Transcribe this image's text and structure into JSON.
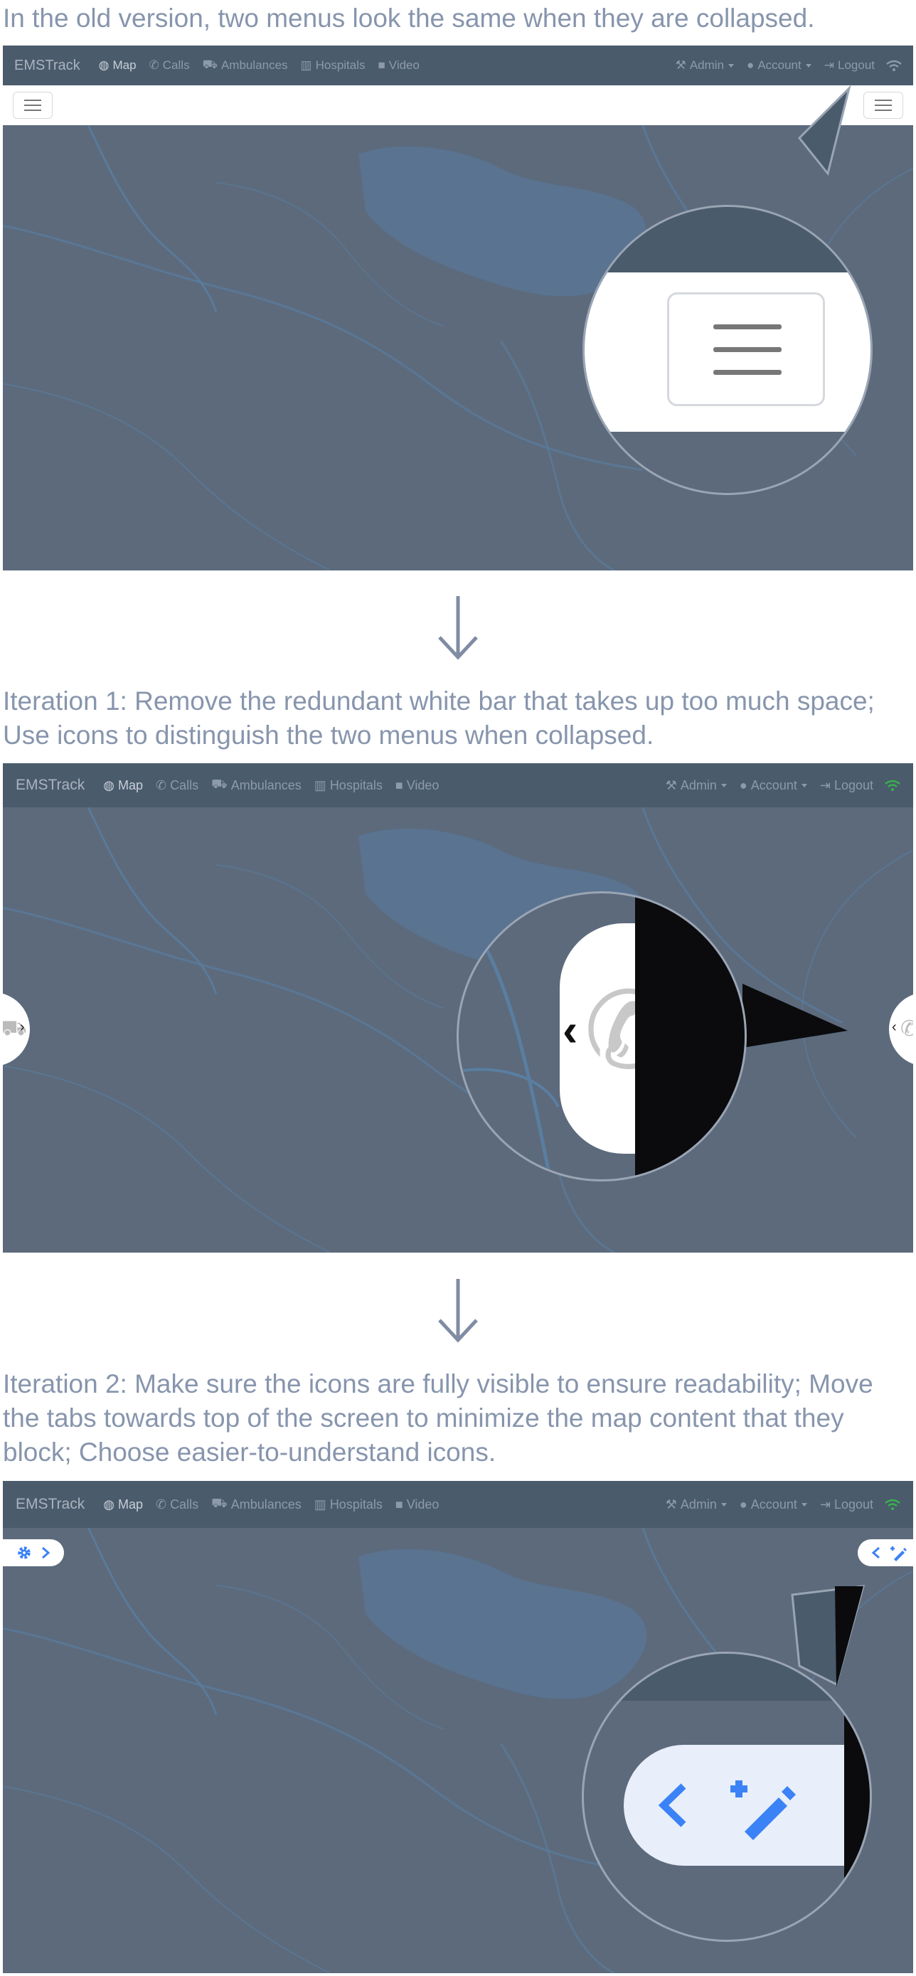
{
  "captions": {
    "old": "In the old version, two menus look the same when they are collapsed.",
    "iter1": "Iteration 1: Remove the redundant white bar that takes up too much space; Use icons to distinguish the two menus when collapsed.",
    "iter2": "Iteration 2: Make sure the icons are fully visible to ensure readability; Move the tabs towards top of the screen to minimize the map content that they block; Choose easier-to-understand icons."
  },
  "navbar": {
    "brand": "EMSTrack",
    "items": [
      {
        "label": "Map",
        "icon": "globe-icon"
      },
      {
        "label": "Calls",
        "icon": "phone-icon"
      },
      {
        "label": "Ambulances",
        "icon": "ambulance-icon"
      },
      {
        "label": "Hospitals",
        "icon": "hospital-icon"
      },
      {
        "label": "Video",
        "icon": "video-icon"
      }
    ],
    "right": [
      {
        "label": "Admin",
        "icon": "wrench-icon"
      },
      {
        "label": "Account",
        "icon": "user-icon"
      },
      {
        "label": "Logout",
        "icon": "logout-icon"
      }
    ]
  },
  "colors": {
    "map": "#5c6a7c",
    "navbar": "#4a5b6c",
    "accent_blue": "#3b82f6",
    "wifi_green": "#37b34a",
    "caption": "#8795ad"
  },
  "icons": {
    "down_arrow": "arrow-down-icon",
    "left_tab_v1": "ambulance-icon",
    "right_tab_v1": "phone-icon",
    "left_tab_v2": "gear-icon",
    "right_tab_v2": "magic-wand-icon"
  }
}
